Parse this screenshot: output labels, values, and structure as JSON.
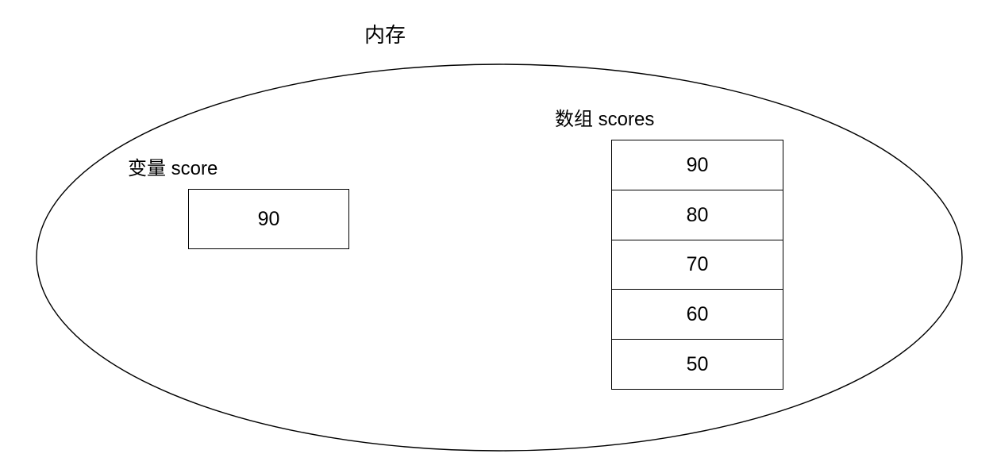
{
  "diagram": {
    "title": "内存",
    "container_shape": "ellipse",
    "variable": {
      "label": "变量 score",
      "value": "90"
    },
    "array": {
      "label": "数组 scores",
      "cells": [
        {
          "value": "90"
        },
        {
          "value": "80"
        },
        {
          "value": "70"
        },
        {
          "value": "60"
        },
        {
          "value": "50"
        }
      ]
    },
    "colors": {
      "stroke": "#000000",
      "background": "#ffffff",
      "text": "#000000"
    }
  }
}
